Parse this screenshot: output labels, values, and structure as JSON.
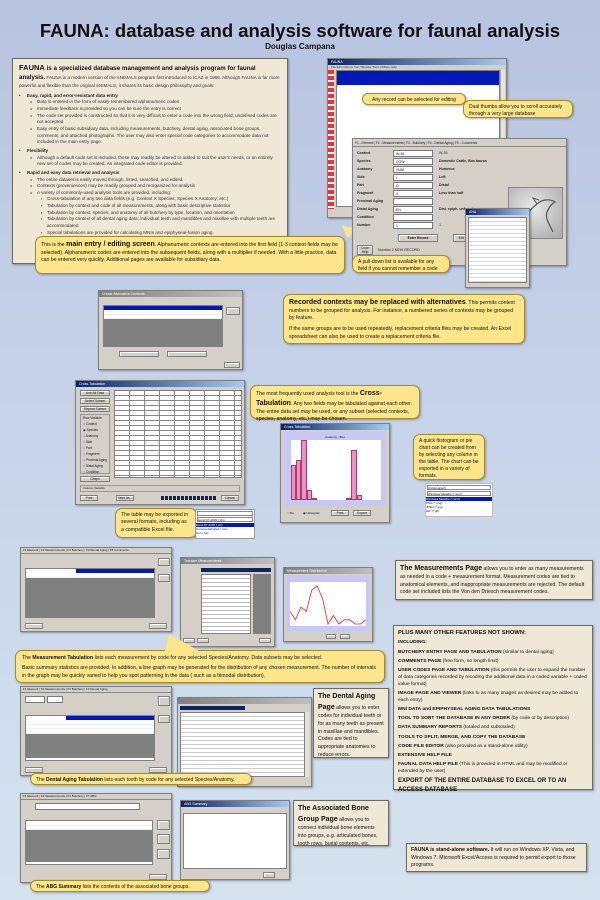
{
  "header": {
    "title": "FAUNA: database and analysis software for faunal analysis",
    "author": "Douglas Campana"
  },
  "intro": {
    "lead_name": "FAUNA",
    "lead_text": " is a specialized database management and analysis program for faunal analysis.",
    "lead_rest": " FAUNA is a modern version of the ANIMALS program first introduced to ICAZ in 1986. Although FAUNA is far more powerful and flexible than the original ANIMALS, it shares its basic design philosophy and goals:",
    "goals": [
      {
        "title": "Easy, rapid, and error-resistant data entry",
        "items": [
          "Data is entered in the form of easily-remembered alphanumeric codes",
          "Immediate feedback is provided so you can be sure the entry is correct",
          "The code set provided is constructed so that it is very difficult to enter a code into the wrong field; undefined codes are not accepted",
          "Easy entry of basic subsidiary data, including measurements, butchery, dental aging, associated bone groups, comments, and attached photographs. The user may also enter special code categories to accommodate data not included in the main entry page."
        ]
      },
      {
        "title": "Flexibility",
        "items": [
          "Although a default code set is included, these may readily be altered or added to suit the user's needs, or an entirely new set of codes may be created. An integrated code editor is provided."
        ]
      },
      {
        "title": "Rapid and easy data retrieval and analysis",
        "items": [
          "The entire dataset is easily moved through, listed, searched, and edited.",
          "Contexts (proveniences) may be readily grouped and reorganized for analysis",
          "A variety of commonly-used analysis tools are provided, including:"
        ],
        "subitems": [
          "Cross-tabulation of any two data fields (e.g. Context X Species; Species X Anatomy; etc.)",
          "Tabulation by context and code of all measurements, along with basic descriptive statistics",
          "Tabulation by context, species, and anatomy of all butchery by type, location, and orientation",
          "Tabulation by context of all dental aging data; individual teeth and mandibles and maxillae with multiple teeth are accommodated.",
          "Special tabulations are provided for calculating MNIs and epiphyseal-fusion aging."
        ]
      }
    ]
  },
  "callouts": {
    "main_entry": {
      "pre": "This is the ",
      "bold": "main entry / editing screen",
      "post": ". Alphanumeric contexts are entered into the first field (1-3 context fields may be selected). Alphanumeric codes are entered into the subsequent fields, along with a multiplier if needed. With a little practice, data can be entered very quickly. Additional pages are available for subsidiary data."
    },
    "record_select": "Any record can be selected for editing",
    "dual_thumbs": "Dual thumbs allow you to scroll accurately through a very large database",
    "pulldown": "A pull-down list is available for any field if you cannot remember a code",
    "contexts": {
      "bold": "Recorded contexts may be replaced with alternatives",
      "text1": ". This permits context numbers to be grouped for analysis. For instance, a numbered series of contexts may be grouped by feature.",
      "text2": "If the same groups are to be used repeatedly, replacement criteria files may be created. An Excel spreadsheet can also be used to create a replacement criteria file."
    },
    "crosstab": {
      "pre": "The most frequently used analysis tool is the ",
      "bold": "Cross-Tabulation",
      "post": ". Any two fields may be tabulated against each other. The entire data set may be used, or any subset (selected contexts, species, anatomy, etc.) may be chosen."
    },
    "export": "The table may be exported in several formats, including as a compatible Excel file.",
    "histogram": "A quick histogram or pie chart can be created from by selecting any column in the table. The chart can be exported in a variety of formats.",
    "measurement_tab": {
      "pre": "The ",
      "bold": "Measurement Tabulation",
      "post": " lists each measurement by code for any selected Species/Anatomy.  Data subsets may be selected.",
      "text2": "Basic summary statistics are provided.  In addition, a line graph may be generated for the distribution of any chosen measurement. The number of intervals in the graph may be quickly varied to help you spot patterning in the data ( such as a bimodal distribution)."
    },
    "dental_tab": {
      "pre": "The ",
      "bold": "Dental Aging Tabulation",
      "post": " lists each tooth by code for any selected Species/Anatomy."
    },
    "abg_summary": {
      "pre": "The ",
      "bold": "ABG Summary",
      "post": " lists the contents of the associated bone groups."
    }
  },
  "panels": {
    "measurements": {
      "bold": "The Measurements Page",
      "text": " allows you to enter as many measurements as needed in a code + measurement format. Measurement codes are tied to anatomical elements, and inappropriate measurements are rejected. The default code set included lists the Von den Driesch measurement codes."
    },
    "dental": {
      "bold": "The Dental Aging Page",
      "text": " allows you to enter codes for individual teeth or for as many teeth as present in maxillae and mandibles. Codes are tied to appropriate anatomies to reduce errors."
    },
    "abg": {
      "bold": "The Associated Bone Group Page",
      "text": " allows you to connect individual bone elements into groups, e.g. articulated bones, tooth rows, burial contents, etc."
    },
    "features": {
      "heading": "PLUS MANY OTHER FEATURES NOT SHOWN:",
      "including": "INCLUDING:",
      "items": [
        {
          "bold": "BUTCHERY ENTRY PAGE AND TABULATION",
          "text": " (similar to dental aging)"
        },
        {
          "bold": "COMMENTS PAGE",
          "text": " (free form, no length limit)"
        },
        {
          "bold": "USER CODES PAGE AND TABULATION",
          "text": " (this permits the user to expand the number of data categories recorded by recoding the additional data in a coded variable + coded value format)"
        },
        {
          "bold": "IMAGE PAGE AND VIEWER",
          "text": " (links to as many images as desired may be added to each entry)"
        },
        {
          "bold": "MNI DATA and EPIPHYSEAL AGING DATA TABULATIONS",
          "text": ""
        },
        {
          "bold": "TOOL TO SORT THE DATABASE IN ANY ORDER",
          "text": " (by code or by description)"
        },
        {
          "bold": "DATA SUMMARY REPORTS",
          "text": " (totaled and subtotaled)"
        },
        {
          "bold": "TOOLS TO SPLIT, MERGE, AND COPY THE DATABASE",
          "text": ""
        },
        {
          "bold": "CODE FILE EDITOR",
          "text": " (also provided as a stand-alone utility)"
        },
        {
          "bold": "EXTENSIVE HELP FILE",
          "text": ""
        },
        {
          "bold": "FAUNAL DATA HELP FILE",
          "text": " (This is provided in HTML and may be modified or extended by the user)"
        }
      ],
      "export_line": "EXPORT OF THE ENTIRE DATABASE TO EXCEL OR TO AN ACCESS DATABASE"
    },
    "standalone": {
      "bold": "FAUNA is stand-alone software.",
      "text": " It will run on Windows XP, Vista, and Windows 7. Microsoft Excel/Access is required to permit export to those programs."
    }
  },
  "entry_screen": {
    "tabs": [
      "F1 - Element",
      "F2 - Measurements",
      "F3 - Butchery",
      "F4 - Dental Aging",
      "F5 - Comments",
      "F6 - User",
      "F7 - ABG",
      "F8 - Images"
    ],
    "fields": [
      {
        "label": "Context",
        "value": "W-35",
        "desc": "W-35"
      },
      {
        "label": "Species",
        "value": "COW",
        "desc": "Domestic Cattle, Bos taurus"
      },
      {
        "label": "Anatomy",
        "value": "HUM",
        "desc": "Humerus"
      },
      {
        "label": "Side",
        "value": "L",
        "desc": "Left"
      },
      {
        "label": "Part",
        "value": "D",
        "desc": "Distal"
      },
      {
        "label": "Fragment",
        "value": "4",
        "desc": "Less than half"
      },
      {
        "label": "Proximal Aging",
        "value": "",
        "desc": ""
      },
      {
        "label": "Distal Aging",
        "value": "EN",
        "desc": "Dist. epiph. unfused"
      },
      {
        "label": "Condition",
        "value": "",
        "desc": ""
      },
      {
        "label": "Number",
        "value": "1",
        "desc": "1"
      }
    ],
    "enter_button": "Enter Record",
    "exit_button": "Exit D",
    "status": "Number 2   NEW RECORD",
    "help_button": "Code Help"
  },
  "crosstab_window": {
    "title": "Cross-Tabulation",
    "buttons": [
      "Use All Data",
      "Select Subset",
      "Repeat Subset"
    ],
    "row_variable_label": "Row Variable",
    "row_options": [
      "Context",
      "Species",
      "Anatomy",
      "Side",
      "Part",
      "Fragment",
      "Proximal Aging",
      "Distal Aging",
      "Condition"
    ],
    "graph_button": "Graph",
    "column_variable_label": "Column Variable",
    "print_button": "Print",
    "save_button": "Save As...",
    "cancel_button": "Cancel",
    "export_options": [
      "Excel 97-2003 (.xls)",
      "Comma delimited (.csv)",
      "Text (.txt)"
    ]
  },
  "chart_window": {
    "title": "Cross-Tabulation",
    "chart_title": "Anatomy - Bos",
    "pie_label": "Pie",
    "histogram_label": "Histogram",
    "print_button": "Print",
    "export_button": "Export",
    "export_menu": [
      "Output graph",
      "Windows Metafile (*.wmf)",
      "Windows Metafile (*.wmf)",
      "PNG (*.png)",
      "JPEG (*.jpg)",
      "GIF (*.gif)",
      "Windows bitmap (*.bmp)"
    ]
  },
  "chart_data": {
    "type": "bar",
    "title": "Anatomy - Bos",
    "values": [
      7,
      8,
      12,
      2,
      0.4,
      0,
      0,
      0,
      0,
      0,
      0,
      0,
      0,
      0,
      0.3,
      10,
      1,
      0,
      0,
      0,
      0,
      0,
      0
    ],
    "color": "#f48fc2"
  },
  "line_chart": {
    "type": "line",
    "values": [
      3,
      1,
      4,
      3,
      8,
      9,
      6,
      0,
      2,
      0,
      1,
      1,
      0,
      0,
      1
    ],
    "color": "#e82020"
  },
  "colors": {
    "callout_bg": "#fde58a",
    "panel_bg": "#efe8d6",
    "win_title": "#0a246a",
    "selection": "#0019b8"
  }
}
